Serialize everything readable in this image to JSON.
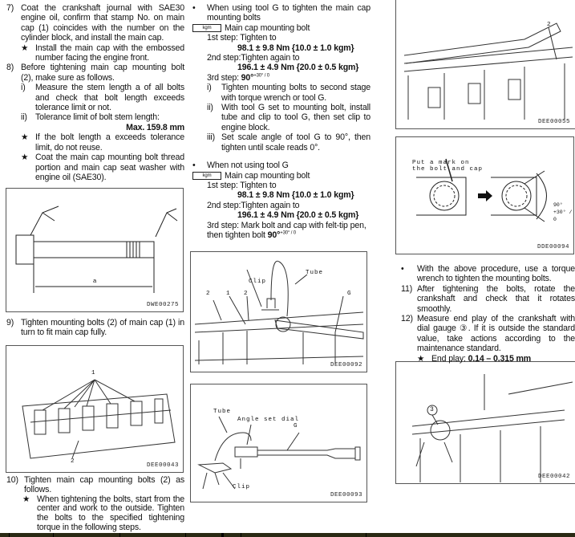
{
  "col1": {
    "s7_num": "7)",
    "s7_text": "Coat the crankshaft journal with SAE30 engine oil, confirm that stamp No. on main cap (1) coincides with the number on the cylinder block, and install the main cap.",
    "s7_star": "Install the main cap with the embossed number facing the engine front.",
    "s8_num": "8)",
    "s8_text": "Before tightening main cap mounting bolt (2), make sure as follows.",
    "s8_i_num": "i)",
    "s8_i_text": "Measure the stem length a of all bolts and check that bolt length exceeds tolerance limit or not.",
    "s8_ii_num": "ii)",
    "s8_ii_text": "Tolerance limit of bolt stem length:",
    "s8_ii_value": "Max. 159.8 mm",
    "s8_star1": "If the bolt length a exceeds tolerance limit, do not reuse.",
    "s8_star2": "Coat the main cap mounting bolt thread portion and main cap seat washer with engine oil (SAE30).",
    "fig1_label_a": "a",
    "fig1_code": "DWE00275",
    "s9_num": "9)",
    "s9_text": "Tighten mounting bolts (2) of main cap (1) in turn to fit main cap fully.",
    "fig2_label_1": "1",
    "fig2_label_2": "2",
    "fig2_code": "DEE00043",
    "s10_num": "10)",
    "s10_text": "Tighten main cap mounting bolts (2) as follows.",
    "s10_star": "When tightening the bolts, start from the center and work to the outside. Tighten the bolts to the specified tightening torque in the following steps."
  },
  "col2": {
    "a_bullet": "When using tool G to tighten the main cap mounting bolts",
    "kgm_icon": "kgm",
    "a_title": "Main cap mounting bolt",
    "a_step1": "1st step: Tighten to",
    "a_step1_val": "98.1 ± 9.8 Nm {10.0 ± 1.0  kgm}",
    "a_step2": "2nd step:Tighten again to",
    "a_step2_val": "196.1 ± 4.9 Nm {20.0 ± 0.5  kgm}",
    "a_step3": "3rd step:",
    "a_step3_val": "90°",
    "a_step3_tol": "+30° / 0",
    "a_i_num": "i)",
    "a_i": "Tighten mounting bolts to second stage with torque wrench or tool G.",
    "a_ii_num": "ii)",
    "a_ii": "With tool G set to mounting bolt, install tube and clip to tool G, then set clip to engine block.",
    "a_iii_num": "iii)",
    "a_iii": "Set scale angle of tool G to 90°, then tighten until scale reads 0°.",
    "b_bullet": "When not using tool G",
    "b_title": "Main cap mounting bolt",
    "b_step1": "1st step: Tighten to",
    "b_step1_val": "98.1 ± 9.8 Nm {10.0 ± 1.0  kgm}",
    "b_step2": "2nd step:Tighten again to",
    "b_step2_val": "196.1 ± 4.9 Nm {20.0 ± 0.5  kgm}",
    "b_step3": "3rd step: Mark bolt and cap with felt-tip pen, then tighten bolt",
    "b_step3_val": "90°",
    "b_step3_tol": "+30° / 0",
    "fig3_labels": {
      "clip": "Clip",
      "tube": "Tube",
      "g": "G",
      "one": "1",
      "two": "2"
    },
    "fig3_code": "DEE00092",
    "fig4_labels": {
      "tube": "Tube",
      "dial": "Angle set dial",
      "g": "G",
      "clip": "Clip"
    },
    "fig4_code": "DEE00093"
  },
  "col3": {
    "fig5_label": "2",
    "fig5_code": "DEE00055",
    "fig6_note": "Put a mark on the bolt and cap",
    "fig6_angle": "90° +30° / 0",
    "fig6_code": "DDE00094",
    "bullet": "With the above procedure, use a torque wrench to tighten the mounting bolts.",
    "s11_num": "11)",
    "s11_text": "After tightening the bolts, rotate the crankshaft and check that it rotates smoothly.",
    "s12_num": "12)",
    "s12_text": "Measure end play of the crankshaft with dial gauge ③.  If it is outside the standard value, take actions according to the maintenance standard.",
    "s12_star_label": "End play:",
    "s12_star_value": "0.14 – 0.315 mm",
    "fig7_label": "3",
    "fig7_code": "DEE00042"
  },
  "colors": {
    "text": "#111111",
    "bottom_bar": "#2a2a14"
  }
}
